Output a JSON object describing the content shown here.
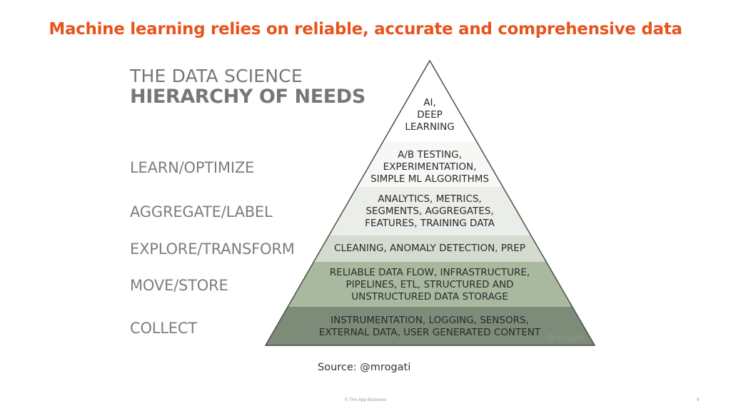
{
  "slide": {
    "title": "Machine learning relies on reliable, accurate and comprehensive data",
    "source": "Source: @mrogati",
    "footer": "© The App Business",
    "page_number": "9"
  },
  "diagram": {
    "heading_line1": "THE DATA SCIENCE",
    "heading_line2": "HIERARCHY OF NEEDS",
    "stages": [
      "LEARN/OPTIMIZE",
      "AGGREGATE/LABEL",
      "EXPLORE/TRANSFORM",
      "MOVE/STORE",
      "COLLECT"
    ],
    "tiers": [
      {
        "lines": [
          "AI,",
          "DEEP",
          "LEARNING"
        ],
        "color": "#ffffff"
      },
      {
        "lines": [
          "A/B TESTING,",
          "EXPERIMENTATION,",
          "SIMPLE ML ALGORITHMS"
        ],
        "color": "#f7f8f6"
      },
      {
        "lines": [
          "ANALYTICS, METRICS,",
          "SEGMENTS, AGGREGATES,",
          "FEATURES, TRAINING DATA"
        ],
        "color": "#eaede8"
      },
      {
        "lines": [
          "CLEANING, ANOMALY DETECTION, PREP"
        ],
        "color": "#d3dccf"
      },
      {
        "lines": [
          "RELIABLE DATA FLOW, INFRASTRUCTURE,",
          "PIPELINES, ETL, STRUCTURED AND",
          "UNSTRUCTURED DATA STORAGE"
        ],
        "color": "#a9b99f"
      },
      {
        "lines": [
          "INSTRUMENTATION, LOGGING, SENSORS,",
          "EXTERNAL DATA, USER GENERATED CONTENT"
        ],
        "color": "#7d8b79"
      }
    ],
    "watermark": "@mrogati",
    "outline_color": "#4a4f49",
    "title_color": "#e8531d"
  }
}
